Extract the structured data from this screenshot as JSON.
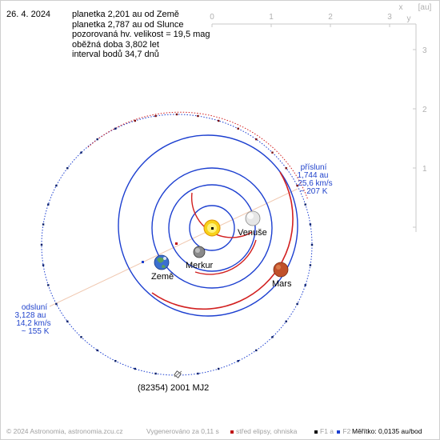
{
  "header": {
    "date": "26. 4. 2024",
    "info_lines": [
      "planetka 2,201 au od Země",
      "planetka 2,787 au od Slunce",
      "pozorovaná hv. velikost = 19,5 mag",
      "oběžná doba 3,802 let",
      "interval bodů 34,7 dnů"
    ]
  },
  "axes": {
    "x_ticks": [
      "0",
      "1",
      "2",
      "3"
    ],
    "x_label": "x",
    "unit_label": "[au]",
    "y_ticks": [
      "1",
      "2",
      "3"
    ],
    "y_label": "y"
  },
  "bodies": {
    "sun": {
      "color": "#f2c200"
    },
    "venus": {
      "label": "Venuše",
      "color": "#dcdcdc"
    },
    "mercury": {
      "label": "Merkur",
      "color": "#777777"
    },
    "earth": {
      "label": "Země",
      "color": "#3a6fd0"
    },
    "mars": {
      "label": "Mars",
      "color": "#c0502a"
    },
    "asteroid": {
      "label": "(82354) 2001 MJ2"
    }
  },
  "perihelion": {
    "lines": [
      "přísluní",
      "1,744 au",
      "25,6 km/s",
      "~ 207 K"
    ]
  },
  "aphelion": {
    "lines": [
      "odsluní",
      "3,128 au",
      "14,2 km/s",
      "~ 155 K"
    ]
  },
  "footer": {
    "copyright": "© 2024 Astronomia, astronomia.zcu.cz",
    "generated": "Vygenerováno za 0,11 s",
    "legend_center": "střed elipsy, ohniska",
    "legend_f1": "F1",
    "legend_and": "a",
    "legend_f2": "F2",
    "scale": "Měřítko: 0,0135 au/bod"
  },
  "colors": {
    "orbit_blue": "#1c3fd0",
    "orbit_red": "#d22020",
    "ellipse_dot_blue": "#0a2a9a",
    "ellipse_dot_red": "#c01010",
    "apsis_line": "#f0c8b0",
    "axis": "#c8c8c8"
  }
}
